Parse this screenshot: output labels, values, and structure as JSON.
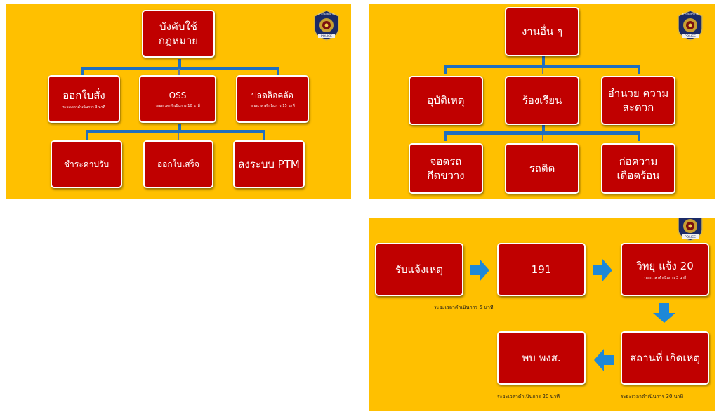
{
  "colors": {
    "background": "#ffc000",
    "box": "#c00000",
    "connector": "#1f6fbf",
    "arrow": "#1e88d8"
  },
  "badge": {
    "top_text": "ตำรวจภูธรภาค",
    "bottom_text": "POLICE"
  },
  "slide1": {
    "root": "บังคับใช้ กฎหมาย",
    "level1": [
      {
        "label": "ออกใบสั่ง",
        "sub": "ระยะเวลาดำเนินการ 3 นาที"
      },
      {
        "label": "OSS",
        "sub": "ระยะเวลาดำเนินการ 10 นาที"
      },
      {
        "label": "ปลดล็อคล้อ",
        "sub": "ระยะเวลาดำเนินการ 15 นาที"
      }
    ],
    "level2": [
      "ชำระค่าปรับ",
      "ออกใบเสร็จ",
      "ลงระบบ PTM"
    ]
  },
  "slide2": {
    "root": "งานอื่น ๆ",
    "level1": [
      "อุบัติเหตุ",
      "ร้องเรียน",
      "อำนวย ความสะดวก"
    ],
    "level2": [
      "จอดรถ กีดขวาง",
      "รถติด",
      "ก่อความ เดือดร้อน"
    ]
  },
  "slide3": {
    "steps": [
      {
        "label": "รับแจ้งเหตุ"
      },
      {
        "label": "191"
      },
      {
        "label": "วิทยุ แจ้ง 20",
        "sub": "ระยะเวลาดำเนินการ 3 นาที"
      },
      {
        "label": "สถานที่ เกิดเหตุ"
      },
      {
        "label": "พบ พงส."
      }
    ],
    "notes": [
      "ระยะเวลาดำเนินการ 5 นาที",
      "ระยะเวลาดำเนินการ 20 นาที",
      "ระยะเวลาดำเนินการ 30 นาที"
    ]
  }
}
